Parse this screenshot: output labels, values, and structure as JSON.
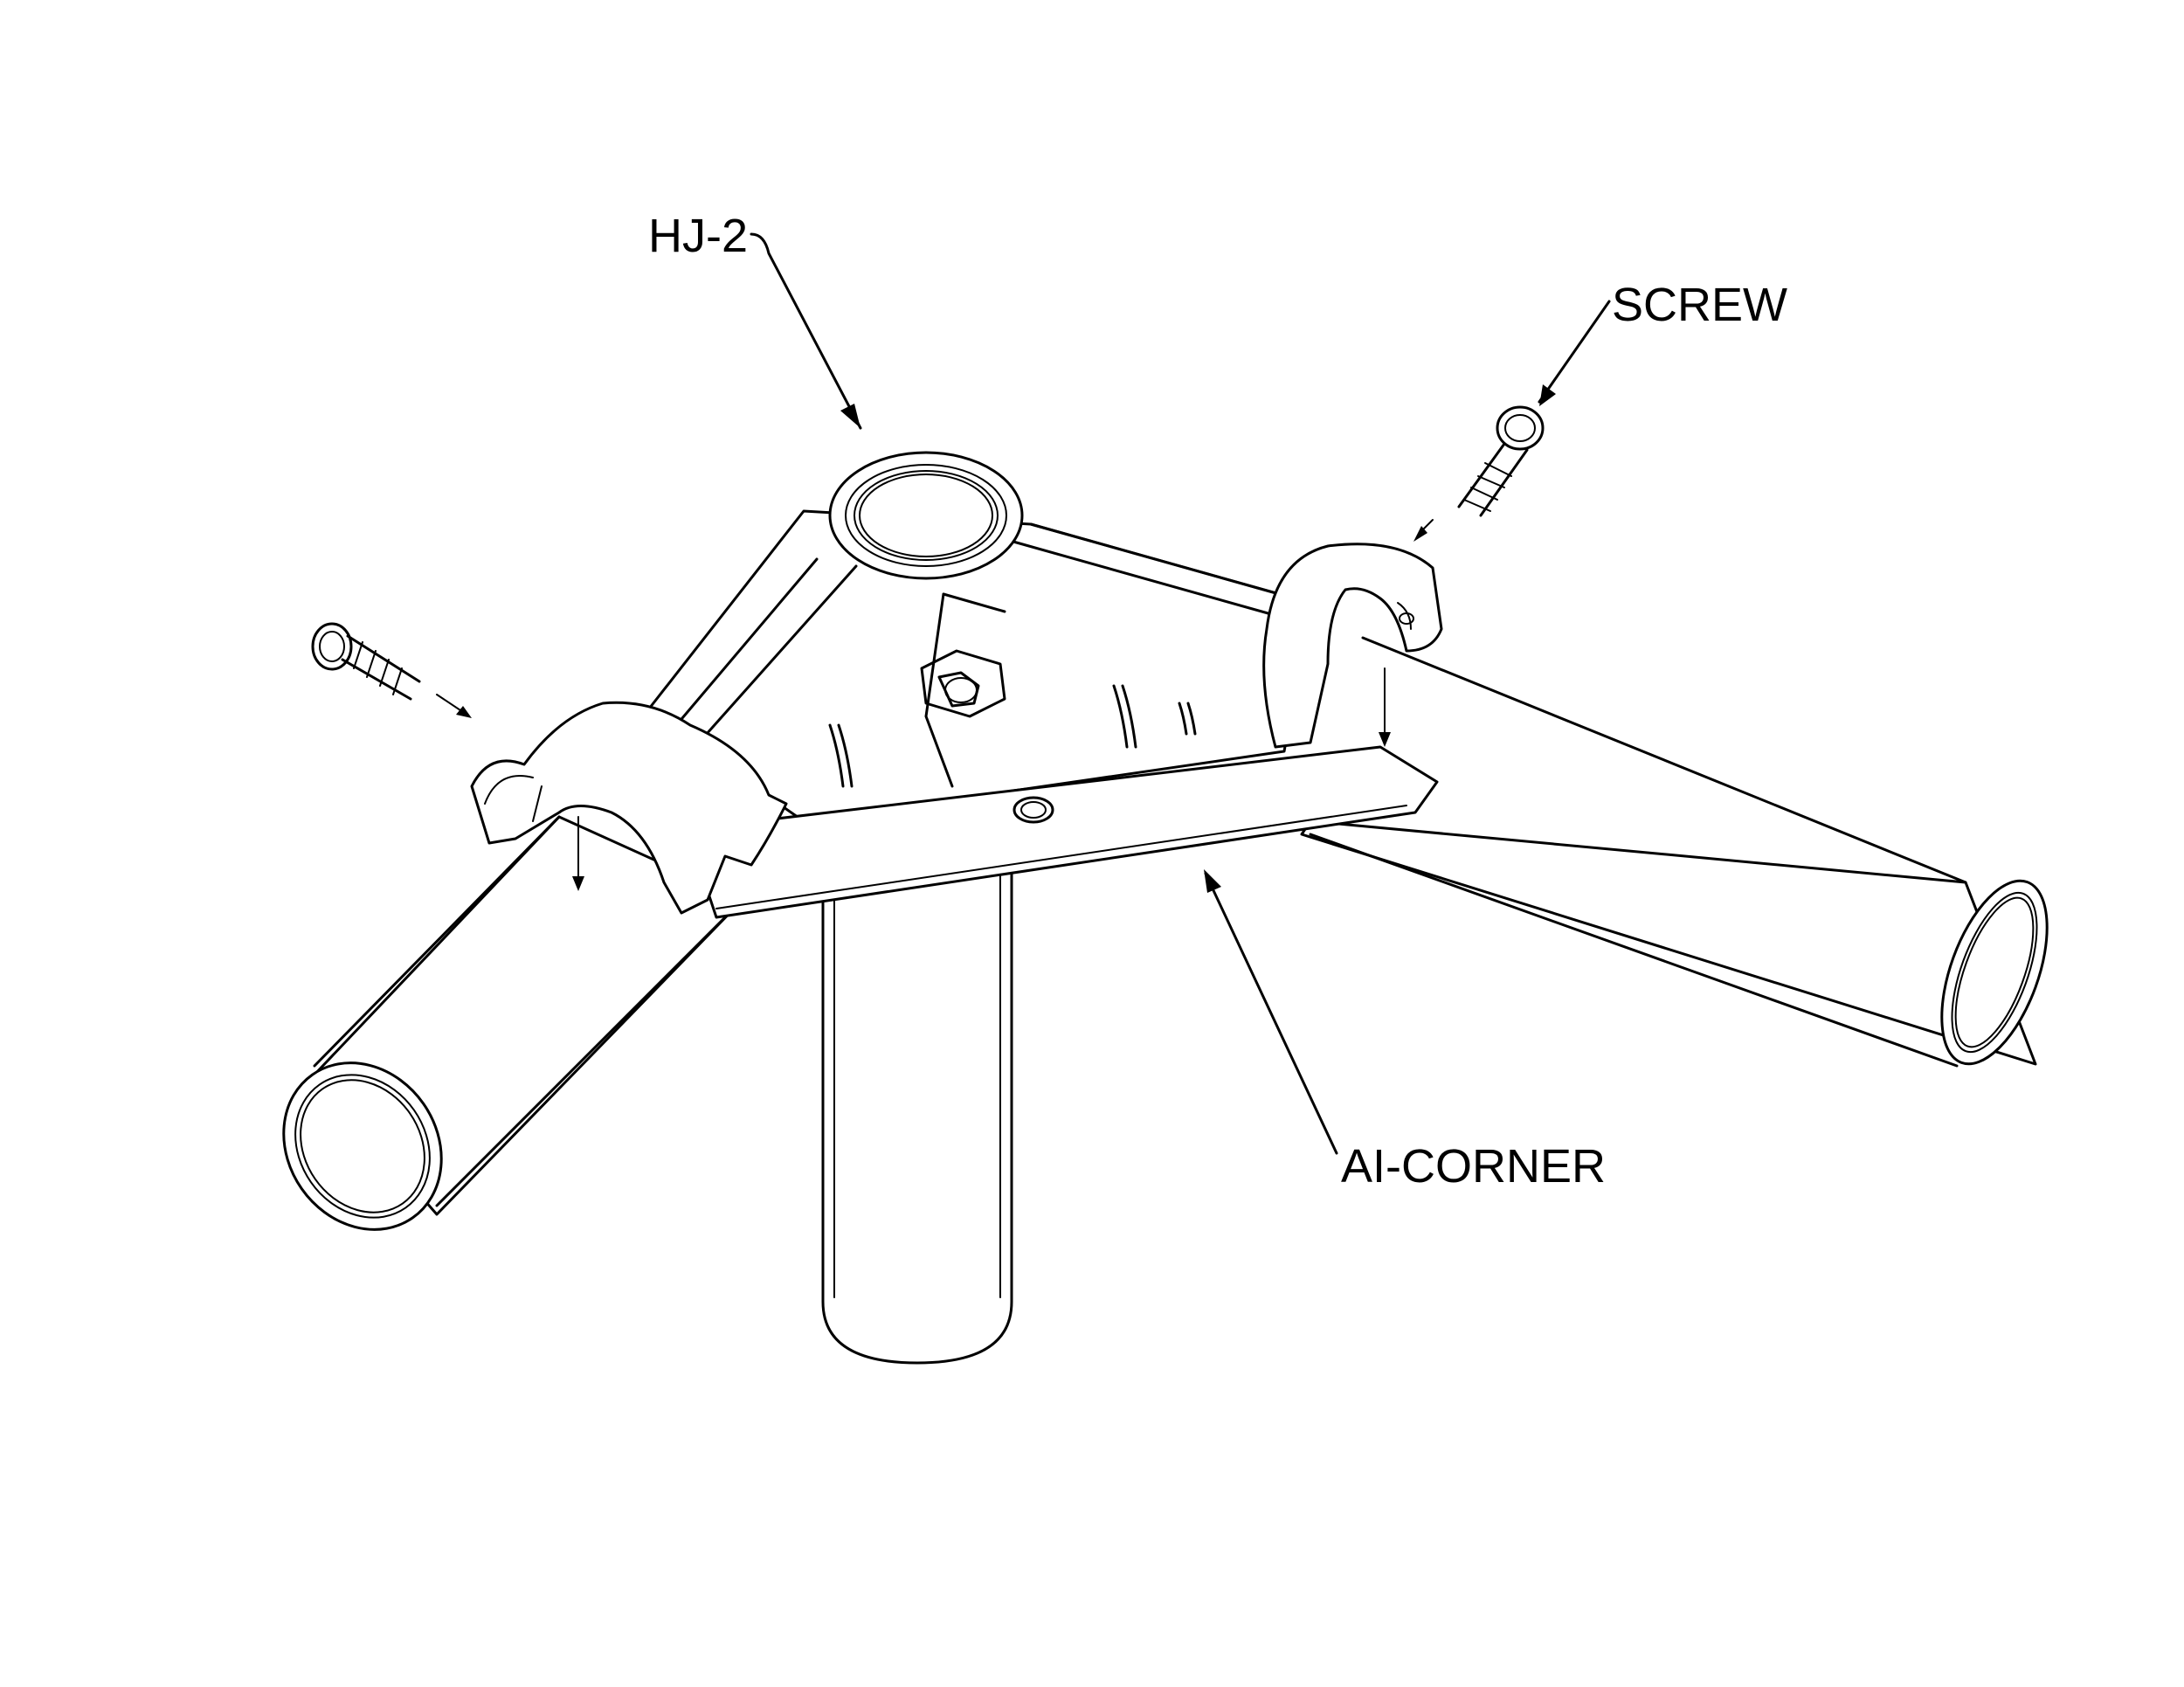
{
  "labels": {
    "hj2": "HJ-2",
    "screw": "SCREW",
    "ai_corner": "AI-CORNER"
  },
  "colors": {
    "line": "#000000",
    "background": "#ffffff"
  }
}
